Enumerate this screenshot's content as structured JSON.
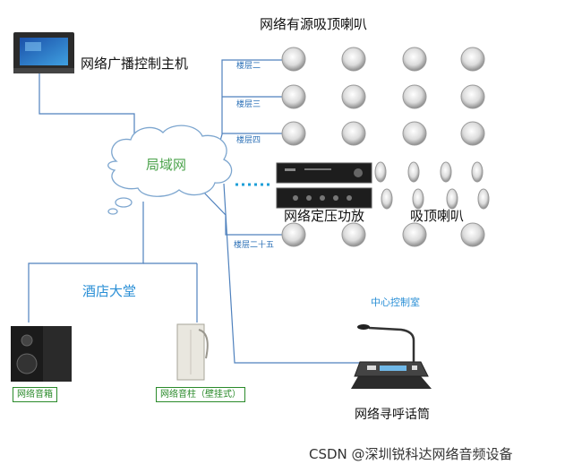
{
  "diagram": {
    "host_label": "网络广播控制主机",
    "cloud_label": "局域网",
    "speaker_top_label": "网络有源吸顶喇叭",
    "floors": [
      "楼层二",
      "楼层三",
      "楼层四",
      "楼层二十五"
    ],
    "amp_label": "网络定压功放",
    "ceiling_label": "吸顶喇叭",
    "lobby_label": "酒店大堂",
    "box_speaker_label": "网络音箱",
    "column_speaker_label": "网络音柱（壁挂式）",
    "control_room_label": "中心控制室",
    "mic_label": "网络寻呼话筒",
    "watermark": "CSDN @深圳锐科达网络音频设备"
  },
  "colors": {
    "line": "#4f81bd",
    "dotted": "#1e9fd8",
    "cloud_stroke": "#7da6cf",
    "label_blue": "#2a8fd6",
    "cloud_text": "#4aa24a"
  }
}
